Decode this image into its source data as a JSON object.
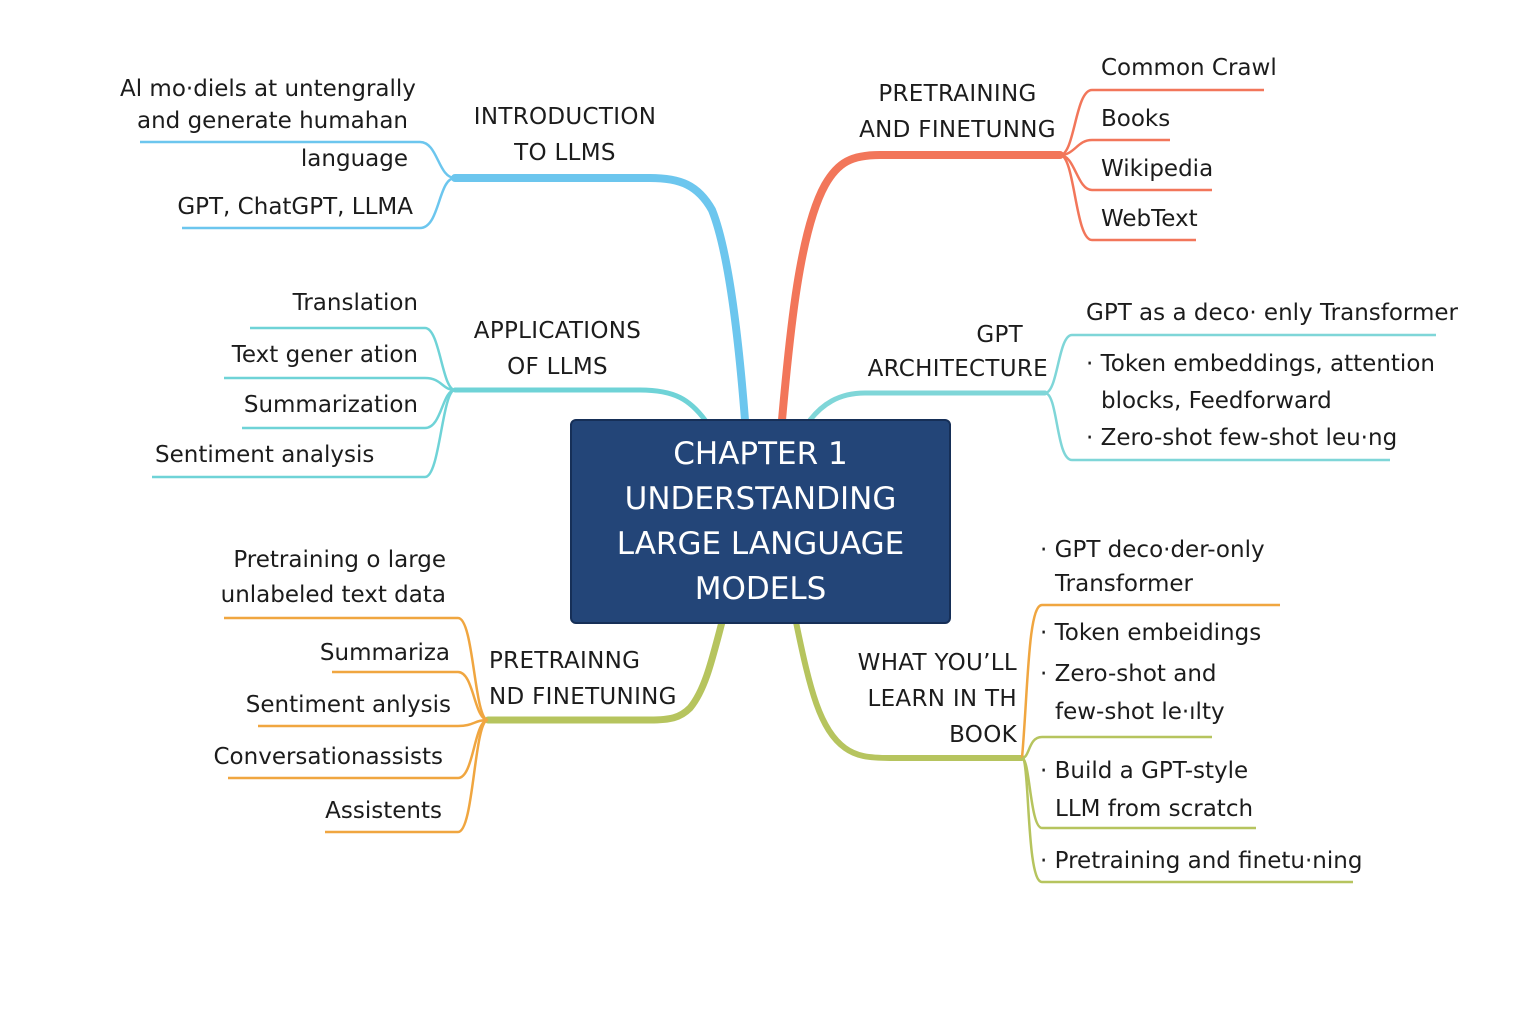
{
  "colors": {
    "center_fill": "#234578",
    "intro": "#6cc6ee",
    "applications": "#6fd3d7",
    "pretraining_left": "#f0a640",
    "pretraining_right": "#f2765a",
    "gpt_architecture": "#7fd6d8",
    "what_you_learn": "#b6c45e"
  },
  "center": {
    "lines": [
      "CHAPTER 1",
      "UNDERSTANDING",
      "LARGE LANGUAGE",
      "MODELS"
    ]
  },
  "branches": {
    "intro": {
      "title": [
        "INTRODUCTION",
        "TO LLMS"
      ],
      "items": [
        [
          "Al mo·diels at untengrally",
          "and generate humahan",
          "language"
        ],
        [
          "GPT, ChatGPT, LLMA"
        ]
      ]
    },
    "applications": {
      "title": [
        "APPLICATIONS",
        "OF LLMS"
      ],
      "items": [
        "Translation",
        "Text gener ation",
        "Summarization",
        "Sentiment analysis"
      ]
    },
    "pretraining_left": {
      "title": [
        "PRETRAINNG",
        "ND FINETUNING"
      ],
      "items": [
        [
          "Pretraining o large",
          "unlabeled text data"
        ],
        [
          "Summariza"
        ],
        [
          "Sentiment anlysis"
        ],
        [
          "Conversationassists"
        ],
        [
          "Assistents"
        ]
      ]
    },
    "pretraining_right": {
      "title": [
        "PRETRAINING",
        "AND FINETUNNG"
      ],
      "items": [
        "Common Crawl",
        "Books",
        "Wikipedia",
        "WebText"
      ]
    },
    "gpt_architecture": {
      "title": [
        "GPT",
        "ARCHITECTURE"
      ],
      "items": [
        [
          "GPT as a deco· enly Transformer"
        ],
        [
          "· Token embeddings, attention",
          "blocks, Feedforward"
        ],
        [
          "· Zero-shot few-shot leu·ng"
        ]
      ]
    },
    "what_you_learn": {
      "title": [
        "WHAT YOU’LL",
        "LEARN IN TH",
        "BOOK"
      ],
      "items": [
        [
          "· GPT  deco·der-only",
          "Transformer"
        ],
        [
          "· Token embeidings",
          "· Zero-shot and",
          "few-shot le·ılty"
        ],
        [
          "· Build a GPT-style",
          "LLM from scratch"
        ],
        [
          "· Pretraining and finetu·ning"
        ]
      ]
    }
  }
}
